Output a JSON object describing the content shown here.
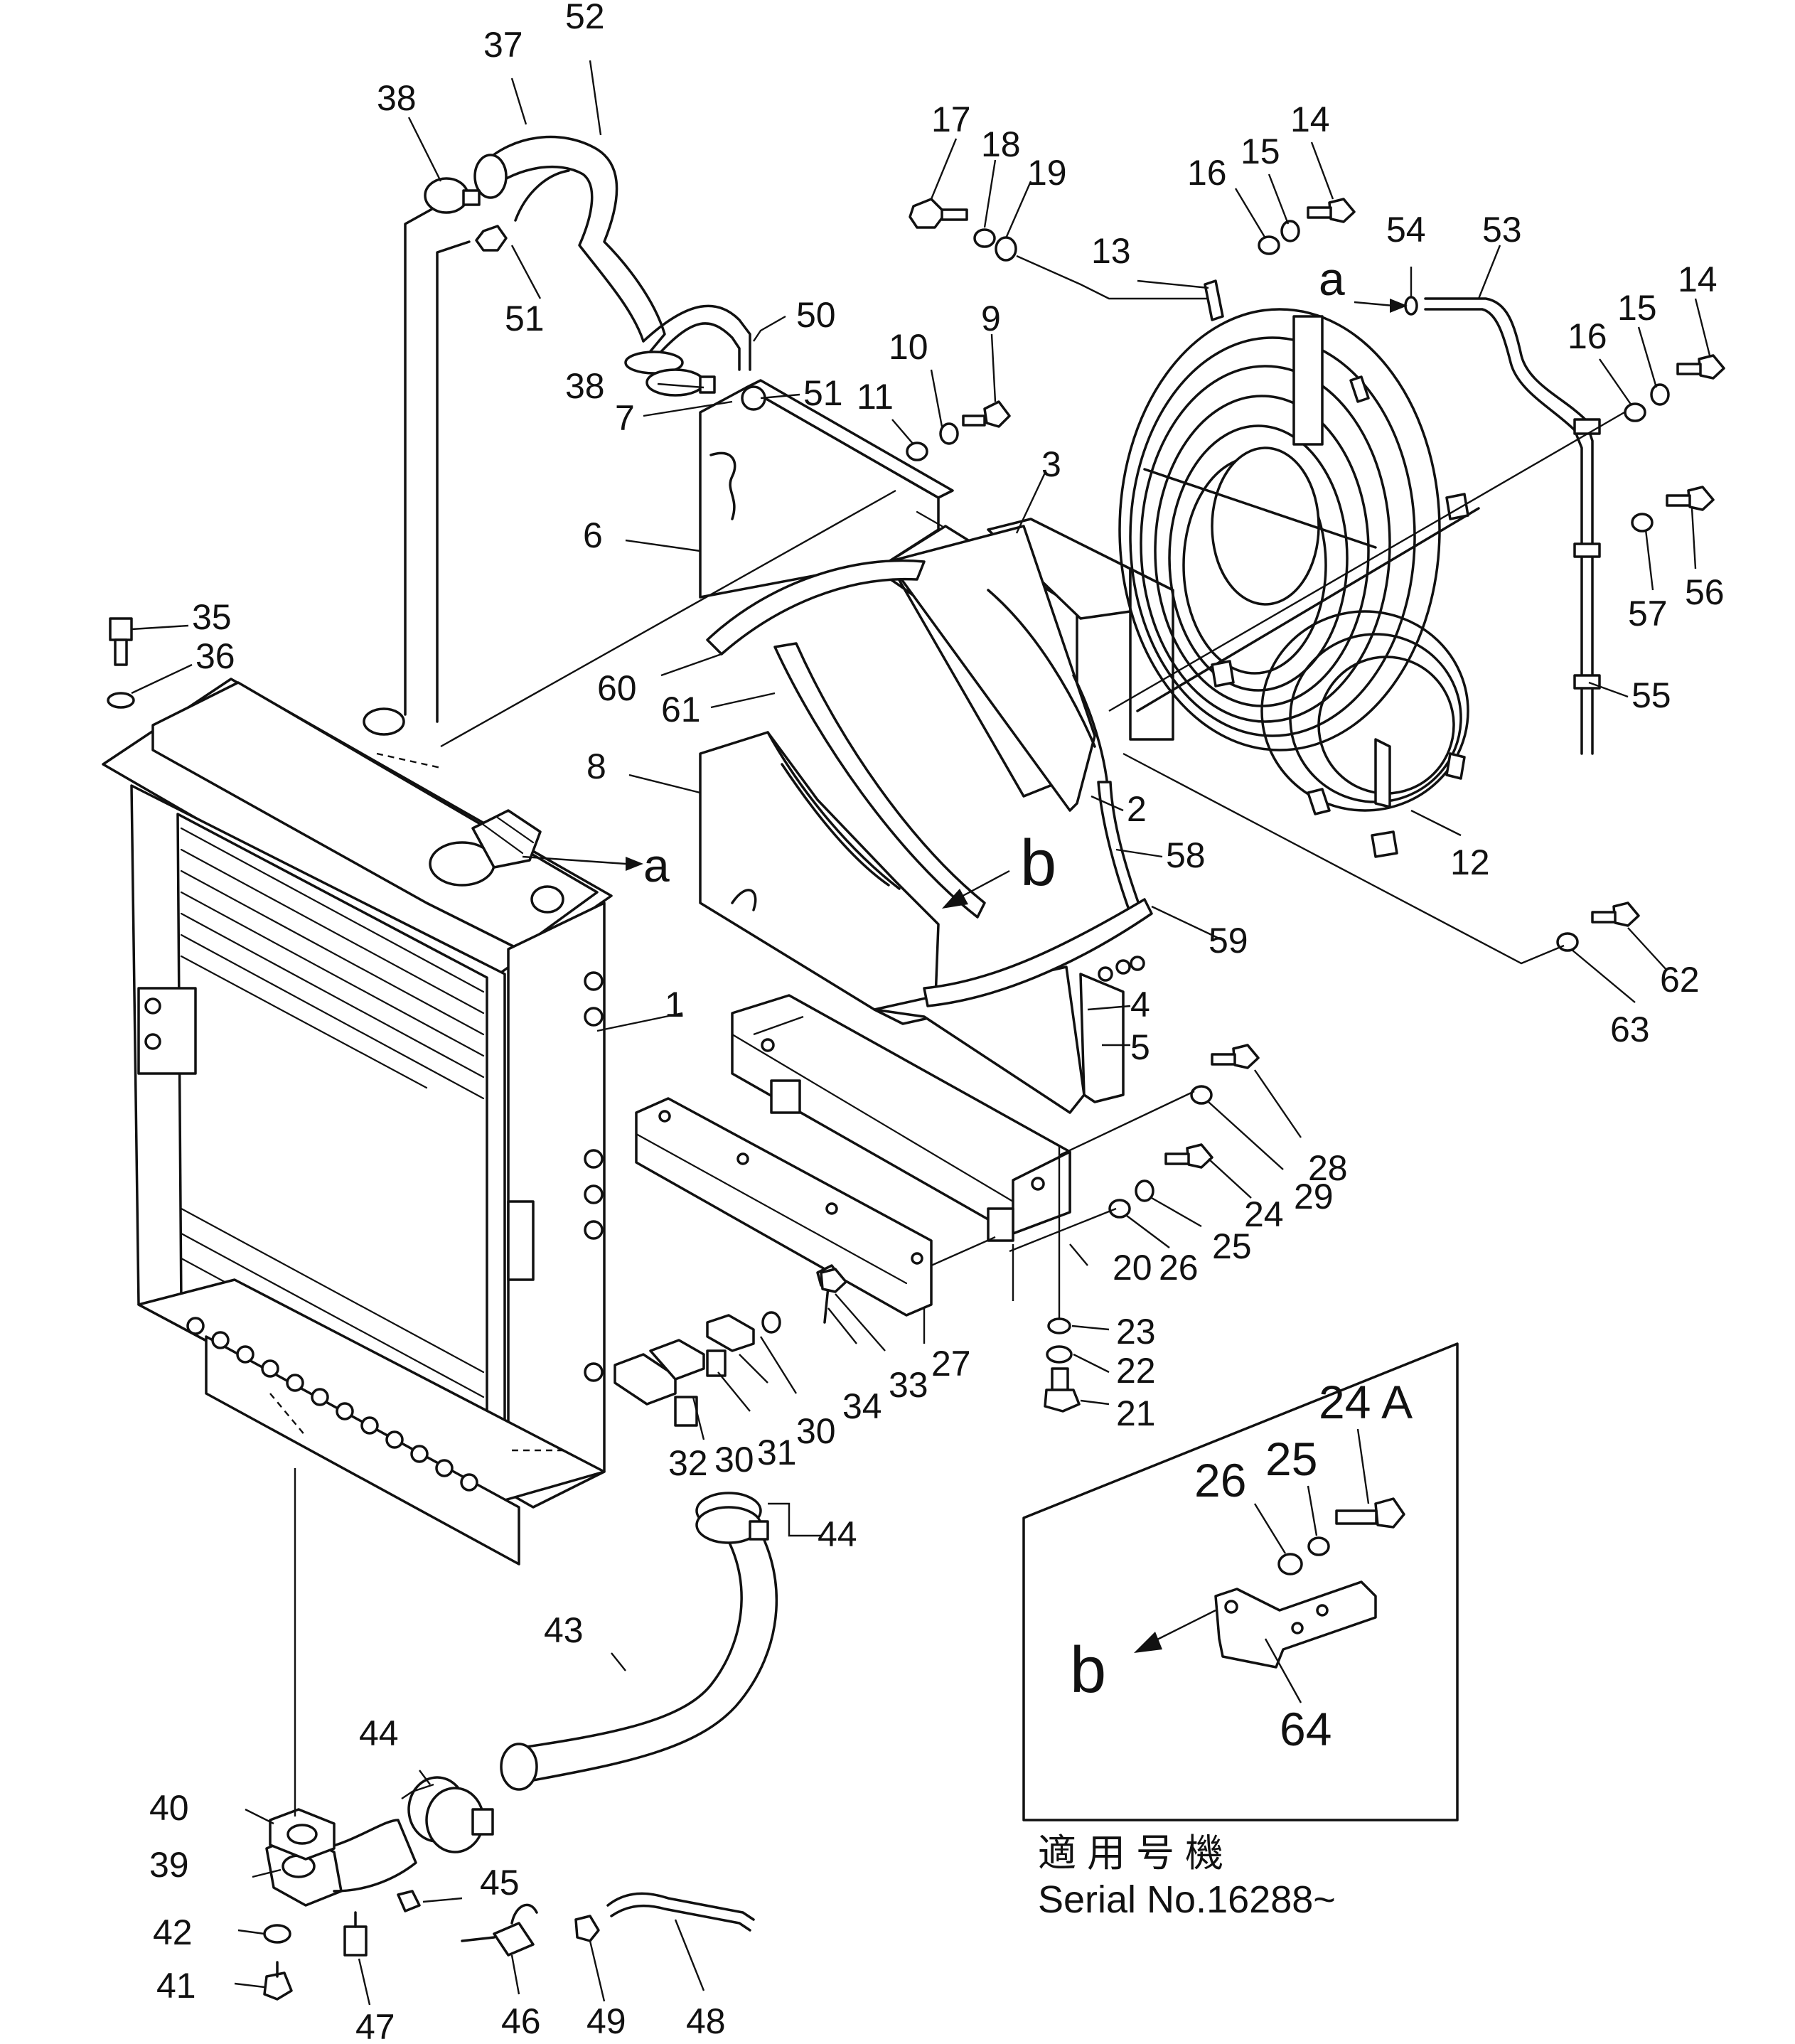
{
  "callouts": [
    {
      "id": "c1",
      "text": "1"
    },
    {
      "id": "c2",
      "text": "2"
    },
    {
      "id": "c3",
      "text": "3"
    },
    {
      "id": "c4",
      "text": "4"
    },
    {
      "id": "c5",
      "text": "5"
    },
    {
      "id": "c6",
      "text": "6"
    },
    {
      "id": "c7",
      "text": "7"
    },
    {
      "id": "c8",
      "text": "8"
    },
    {
      "id": "c9",
      "text": "9"
    },
    {
      "id": "c10",
      "text": "10"
    },
    {
      "id": "c11",
      "text": "11"
    },
    {
      "id": "c12",
      "text": "12"
    },
    {
      "id": "c13",
      "text": "13"
    },
    {
      "id": "c14a",
      "text": "14"
    },
    {
      "id": "c14b",
      "text": "14"
    },
    {
      "id": "c15a",
      "text": "15"
    },
    {
      "id": "c15b",
      "text": "15"
    },
    {
      "id": "c16a",
      "text": "16"
    },
    {
      "id": "c16b",
      "text": "16"
    },
    {
      "id": "c17",
      "text": "17"
    },
    {
      "id": "c18",
      "text": "18"
    },
    {
      "id": "c19",
      "text": "19"
    },
    {
      "id": "c20",
      "text": "20"
    },
    {
      "id": "c21",
      "text": "21"
    },
    {
      "id": "c22",
      "text": "22"
    },
    {
      "id": "c23",
      "text": "23"
    },
    {
      "id": "c24",
      "text": "24"
    },
    {
      "id": "c25",
      "text": "25"
    },
    {
      "id": "c26",
      "text": "26"
    },
    {
      "id": "c27",
      "text": "27"
    },
    {
      "id": "c28",
      "text": "28"
    },
    {
      "id": "c29",
      "text": "29"
    },
    {
      "id": "c30a",
      "text": "30"
    },
    {
      "id": "c30b",
      "text": "30"
    },
    {
      "id": "c31",
      "text": "31"
    },
    {
      "id": "c32",
      "text": "32"
    },
    {
      "id": "c33",
      "text": "33"
    },
    {
      "id": "c34",
      "text": "34"
    },
    {
      "id": "c35",
      "text": "35"
    },
    {
      "id": "c36",
      "text": "36"
    },
    {
      "id": "c37",
      "text": "37"
    },
    {
      "id": "c38a",
      "text": "38"
    },
    {
      "id": "c38b",
      "text": "38"
    },
    {
      "id": "c39",
      "text": "39"
    },
    {
      "id": "c40",
      "text": "40"
    },
    {
      "id": "c41",
      "text": "41"
    },
    {
      "id": "c42",
      "text": "42"
    },
    {
      "id": "c43",
      "text": "43"
    },
    {
      "id": "c44a",
      "text": "44"
    },
    {
      "id": "c44b",
      "text": "44"
    },
    {
      "id": "c45",
      "text": "45"
    },
    {
      "id": "c46",
      "text": "46"
    },
    {
      "id": "c47",
      "text": "47"
    },
    {
      "id": "c48",
      "text": "48"
    },
    {
      "id": "c49",
      "text": "49"
    },
    {
      "id": "c50",
      "text": "50"
    },
    {
      "id": "c51a",
      "text": "51"
    },
    {
      "id": "c51b",
      "text": "51"
    },
    {
      "id": "c52",
      "text": "52"
    },
    {
      "id": "c53",
      "text": "53"
    },
    {
      "id": "c54",
      "text": "54"
    },
    {
      "id": "c55",
      "text": "55"
    },
    {
      "id": "c56",
      "text": "56"
    },
    {
      "id": "c57",
      "text": "57"
    },
    {
      "id": "c58",
      "text": "58"
    },
    {
      "id": "c59",
      "text": "59"
    },
    {
      "id": "c60",
      "text": "60"
    },
    {
      "id": "c61",
      "text": "61"
    },
    {
      "id": "c62",
      "text": "62"
    },
    {
      "id": "c63",
      "text": "63"
    }
  ],
  "references": {
    "a_fan": "a",
    "a_tank": "a",
    "b_shroud": "b",
    "b_inset": "b"
  },
  "inset": {
    "label_24a": "24 A",
    "label_26": "26",
    "label_25": "25",
    "label_64": "64"
  },
  "applicability": {
    "heading": "適 用 号 機",
    "serial": "Serial  No.16288~"
  }
}
